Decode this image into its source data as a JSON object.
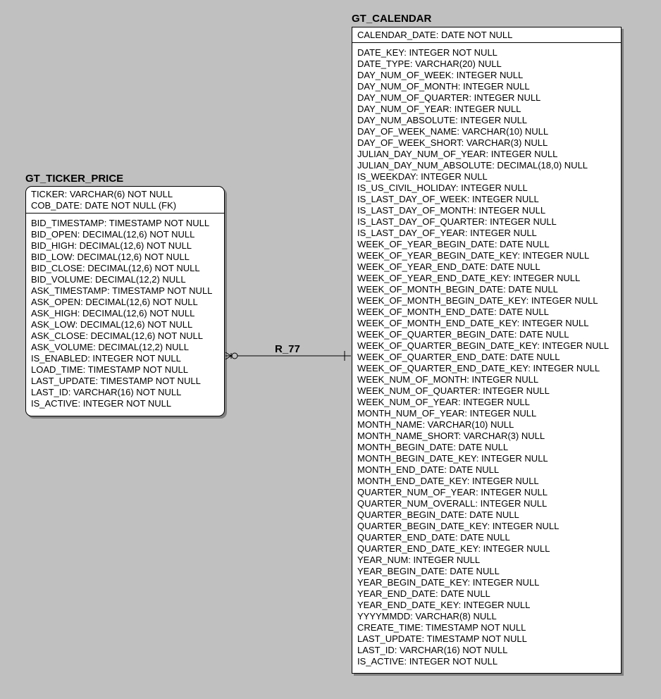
{
  "relationship": {
    "label": "R_77"
  },
  "ticker_price": {
    "title": "GT_TICKER_PRICE",
    "keys": [
      "TICKER: VARCHAR(6) NOT NULL",
      "COB_DATE: DATE NOT NULL (FK)"
    ],
    "attributes": [
      "BID_TIMESTAMP: TIMESTAMP NOT NULL",
      "BID_OPEN: DECIMAL(12,6) NOT NULL",
      "BID_HIGH: DECIMAL(12,6) NOT NULL",
      "BID_LOW: DECIMAL(12,6) NOT NULL",
      "BID_CLOSE: DECIMAL(12,6) NOT NULL",
      "BID_VOLUME: DECIMAL(12,2) NULL",
      "ASK_TIMESTAMP: TIMESTAMP NOT NULL",
      "ASK_OPEN: DECIMAL(12,6) NOT NULL",
      "ASK_HIGH: DECIMAL(12,6) NOT NULL",
      "ASK_LOW: DECIMAL(12,6) NOT NULL",
      "ASK_CLOSE: DECIMAL(12,6) NOT NULL",
      "ASK_VOLUME: DECIMAL(12,2) NULL",
      "IS_ENABLED: INTEGER NOT NULL",
      "LOAD_TIME: TIMESTAMP NOT NULL",
      "LAST_UPDATE: TIMESTAMP NOT NULL",
      "LAST_ID: VARCHAR(16) NOT NULL",
      "IS_ACTIVE: INTEGER NOT NULL"
    ]
  },
  "calendar": {
    "title": "GT_CALENDAR",
    "keys": [
      "CALENDAR_DATE: DATE NOT NULL"
    ],
    "attributes": [
      "DATE_KEY: INTEGER NOT NULL",
      "DATE_TYPE: VARCHAR(20) NULL",
      "DAY_NUM_OF_WEEK: INTEGER NULL",
      "DAY_NUM_OF_MONTH: INTEGER NULL",
      "DAY_NUM_OF_QUARTER: INTEGER NULL",
      "DAY_NUM_OF_YEAR: INTEGER NULL",
      "DAY_NUM_ABSOLUTE: INTEGER NULL",
      "DAY_OF_WEEK_NAME: VARCHAR(10) NULL",
      "DAY_OF_WEEK_SHORT: VARCHAR(3) NULL",
      "JULIAN_DAY_NUM_OF_YEAR: INTEGER NULL",
      "JULIAN_DAY_NUM_ABSOLUTE: DECIMAL(18,0) NULL",
      "IS_WEEKDAY: INTEGER NULL",
      "IS_US_CIVIL_HOLIDAY: INTEGER NULL",
      "IS_LAST_DAY_OF_WEEK: INTEGER NULL",
      "IS_LAST_DAY_OF_MONTH: INTEGER NULL",
      "IS_LAST_DAY_OF_QUARTER: INTEGER NULL",
      "IS_LAST_DAY_OF_YEAR: INTEGER NULL",
      "WEEK_OF_YEAR_BEGIN_DATE: DATE NULL",
      "WEEK_OF_YEAR_BEGIN_DATE_KEY: INTEGER NULL",
      "WEEK_OF_YEAR_END_DATE: DATE NULL",
      "WEEK_OF_YEAR_END_DATE_KEY: INTEGER NULL",
      "WEEK_OF_MONTH_BEGIN_DATE: DATE NULL",
      "WEEK_OF_MONTH_BEGIN_DATE_KEY: INTEGER NULL",
      "WEEK_OF_MONTH_END_DATE: DATE NULL",
      "WEEK_OF_MONTH_END_DATE_KEY: INTEGER NULL",
      "WEEK_OF_QUARTER_BEGIN_DATE: DATE NULL",
      "WEEK_OF_QUARTER_BEGIN_DATE_KEY: INTEGER NULL",
      "WEEK_OF_QUARTER_END_DATE: DATE NULL",
      "WEEK_OF_QUARTER_END_DATE_KEY: INTEGER NULL",
      "WEEK_NUM_OF_MONTH: INTEGER NULL",
      "WEEK_NUM_OF_QUARTER: INTEGER NULL",
      "WEEK_NUM_OF_YEAR: INTEGER NULL",
      "MONTH_NUM_OF_YEAR: INTEGER NULL",
      "MONTH_NAME: VARCHAR(10) NULL",
      "MONTH_NAME_SHORT: VARCHAR(3) NULL",
      "MONTH_BEGIN_DATE: DATE NULL",
      "MONTH_BEGIN_DATE_KEY: INTEGER NULL",
      "MONTH_END_DATE: DATE NULL",
      "MONTH_END_DATE_KEY: INTEGER NULL",
      "QUARTER_NUM_OF_YEAR: INTEGER NULL",
      "QUARTER_NUM_OVERALL: INTEGER NULL",
      "QUARTER_BEGIN_DATE: DATE NULL",
      "QUARTER_BEGIN_DATE_KEY: INTEGER NULL",
      "QUARTER_END_DATE: DATE NULL",
      "QUARTER_END_DATE_KEY: INTEGER NULL",
      "YEAR_NUM: INTEGER NULL",
      "YEAR_BEGIN_DATE: DATE NULL",
      "YEAR_BEGIN_DATE_KEY: INTEGER NULL",
      "YEAR_END_DATE: DATE NULL",
      "YEAR_END_DATE_KEY: INTEGER NULL",
      "YYYYMMDD: VARCHAR(8) NULL",
      "CREATE_TIME: TIMESTAMP NOT NULL",
      "LAST_UPDATE: TIMESTAMP NOT NULL",
      "LAST_ID: VARCHAR(16) NOT NULL",
      "IS_ACTIVE: INTEGER NOT NULL"
    ]
  }
}
